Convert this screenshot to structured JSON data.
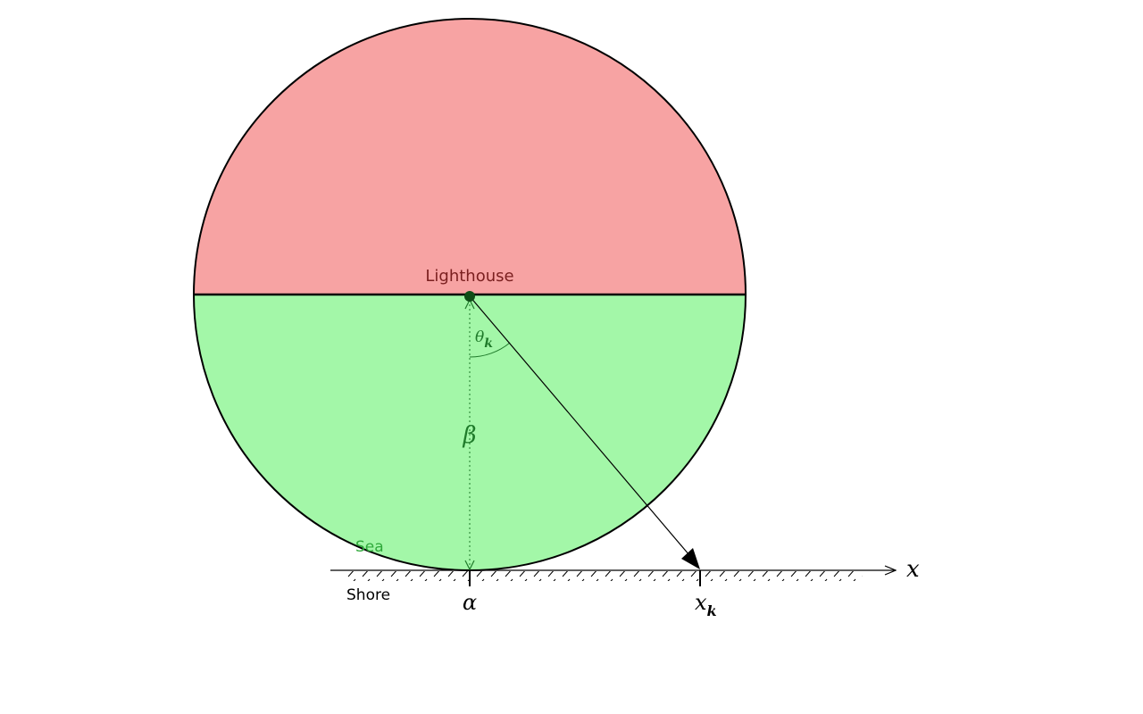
{
  "diagram": {
    "labels": {
      "lighthouse": "Lighthouse",
      "sea": "Sea",
      "shore": "Shore",
      "theta": "θ",
      "theta_sub": "k",
      "beta": "β",
      "alpha": "α",
      "xk": "x",
      "xk_sub": "k",
      "x_axis": "x"
    },
    "colors": {
      "upper_half": "#f7a3a3",
      "lower_half": "#a3f7a8",
      "lighthouse_text": "#7a1f1f",
      "sea_text": "#2fa83a",
      "annotation_green": "#1f7a2a",
      "dark_green": "#0f4d17",
      "outline": "#000000"
    }
  }
}
